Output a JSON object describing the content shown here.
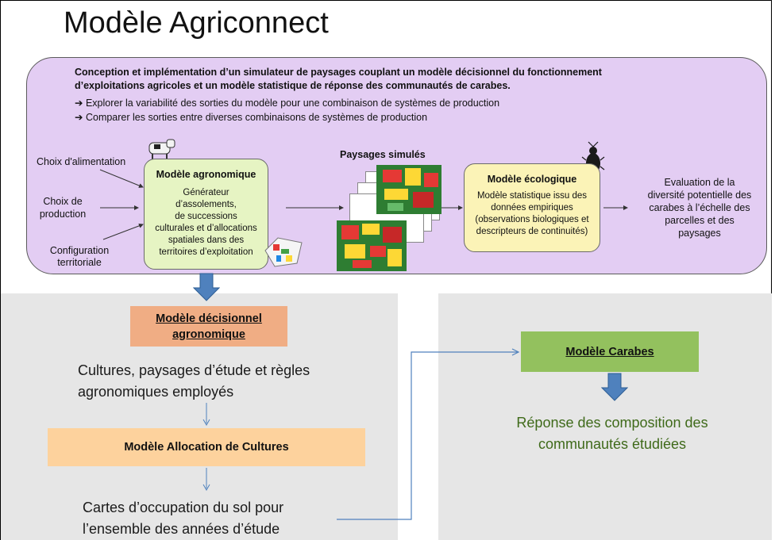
{
  "title": "Modèle Agriconnect",
  "header": {
    "line1": "Conception et implémentation d’un simulateur de paysages couplant un modèle décisionnel du fonctionnement",
    "line2": "d’exploitations agricoles et un modèle statistique de réponse des communautés de carabes.",
    "bullet1": "Explorer la variabilité des sorties du modèle pour une combinaison de systèmes de production",
    "bullet2": "Comparer les sorties entre diverses combinaisons de systèmes de production",
    "arrow_glyph": "➔"
  },
  "inputs": {
    "alimentation": "Choix d'alimentation",
    "production_1": "Choix de",
    "production_2": "production",
    "config_1": "Configuration",
    "config_2": "territoriale"
  },
  "agro_box": {
    "title": "Modèle agronomique",
    "lines": [
      "Générateur",
      "d’assolements,",
      "de successions",
      "culturales et d’allocations",
      "spatiales dans des",
      "territoires d’exploitation"
    ]
  },
  "paysages": {
    "title": "Paysages simulés"
  },
  "eco_box": {
    "title": "Modèle écologique",
    "lines": [
      "Modèle statistique issu des",
      "données empiriques",
      "(observations biologiques et",
      "descripteurs de continuités)"
    ]
  },
  "evaluation": {
    "lines": [
      "Evaluation de la",
      "diversité potentielle des",
      "carabes à l’échelle des",
      "parcelles et des",
      "paysages"
    ]
  },
  "left_panel": {
    "decisionnel_1": "Modèle décisionnel",
    "decisionnel_2": "agronomique",
    "cultures_1": "Cultures, paysages d’étude et règles",
    "cultures_2": "agronomiques employés",
    "allocation": "Modèle Allocation de Cultures",
    "cartes_1": "Cartes d’occupation du sol pour",
    "cartes_2": "l’ensemble des années d’étude"
  },
  "right_panel": {
    "carabes": "Modèle Carabes",
    "reponse_1": "Réponse des composition des",
    "reponse_2": "communautés étudiées"
  },
  "colors": {
    "purple_bg": "#e3cdf3",
    "green_box": "#e6f4c3",
    "yellow_box": "#fbf3b7",
    "decisionnel": "#f0ad84",
    "allocation": "#fdd29d",
    "carabes": "#93c15e",
    "arrow_blue": "#4f81bd",
    "panel_gray": "#e6e6e6"
  }
}
